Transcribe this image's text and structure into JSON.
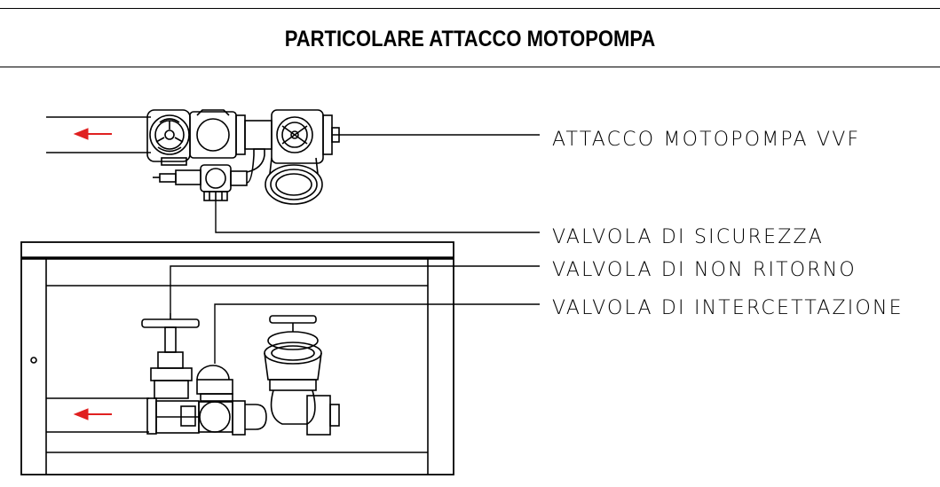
{
  "title": "PARTICOLARE ATTACCO MOTOPOMPA",
  "labels": {
    "attacco": "ATTACCO MOTOPOMPA VVF",
    "sicurezza": "VALVOLA DI SICUREZZA",
    "non_ritorno": "VALVOLA DI NON RITORNO",
    "intercettazione": "VALVOLA DI INTERCETTAZIONE"
  },
  "colors": {
    "flow_arrow": "#e02020",
    "line": "#000000"
  }
}
